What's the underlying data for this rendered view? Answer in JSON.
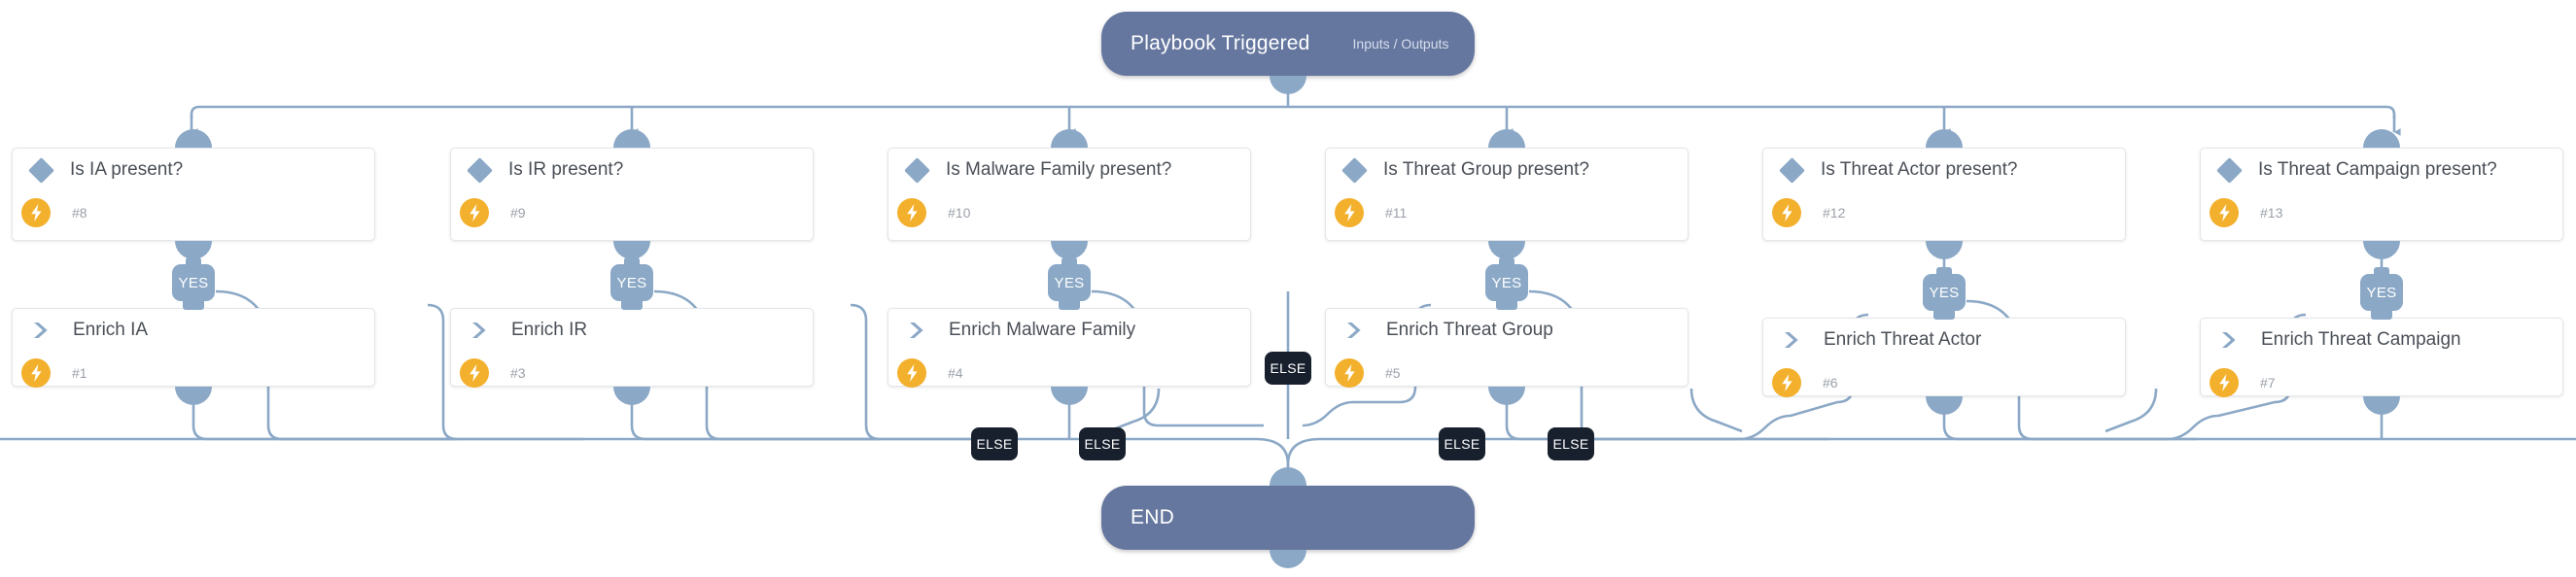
{
  "colors": {
    "canvas_bg": "#ffffff",
    "terminal_pill": "#66779f",
    "connector": "#8ba8c6",
    "port": "#8ba8c6",
    "card_bg": "#ffffff",
    "card_border": "#e3e6ea",
    "card_title_text": "#4a4f57",
    "card_number_text": "#9aa0a8",
    "bolt_badge": "#f3b02c",
    "yes_badge": "#8ba8c6",
    "else_badge": "#18202e",
    "badge_text": "#ffffff"
  },
  "start": {
    "title": "Playbook Triggered",
    "subtitle": "Inputs / Outputs"
  },
  "end": {
    "title": "END"
  },
  "labels": {
    "yes": "YES",
    "else": "ELSE"
  },
  "decisions": [
    {
      "title": "Is IA present?",
      "number": "#8"
    },
    {
      "title": "Is IR present?",
      "number": "#9"
    },
    {
      "title": "Is Malware Family present?",
      "number": "#10"
    },
    {
      "title": "Is Threat Group present?",
      "number": "#11"
    },
    {
      "title": "Is Threat Actor present?",
      "number": "#12"
    },
    {
      "title": "Is Threat Campaign present?",
      "number": "#13"
    }
  ],
  "actions": [
    {
      "title": "Enrich IA",
      "number": "#1"
    },
    {
      "title": "Enrich IR",
      "number": "#3"
    },
    {
      "title": "Enrich Malware Family",
      "number": "#4"
    },
    {
      "title": "Enrich Threat Group",
      "number": "#5"
    },
    {
      "title": "Enrich Threat Actor",
      "number": "#6"
    },
    {
      "title": "Enrich Threat Campaign",
      "number": "#7"
    }
  ],
  "branch_badges": {
    "yes_count": 6,
    "else_count": 5
  }
}
